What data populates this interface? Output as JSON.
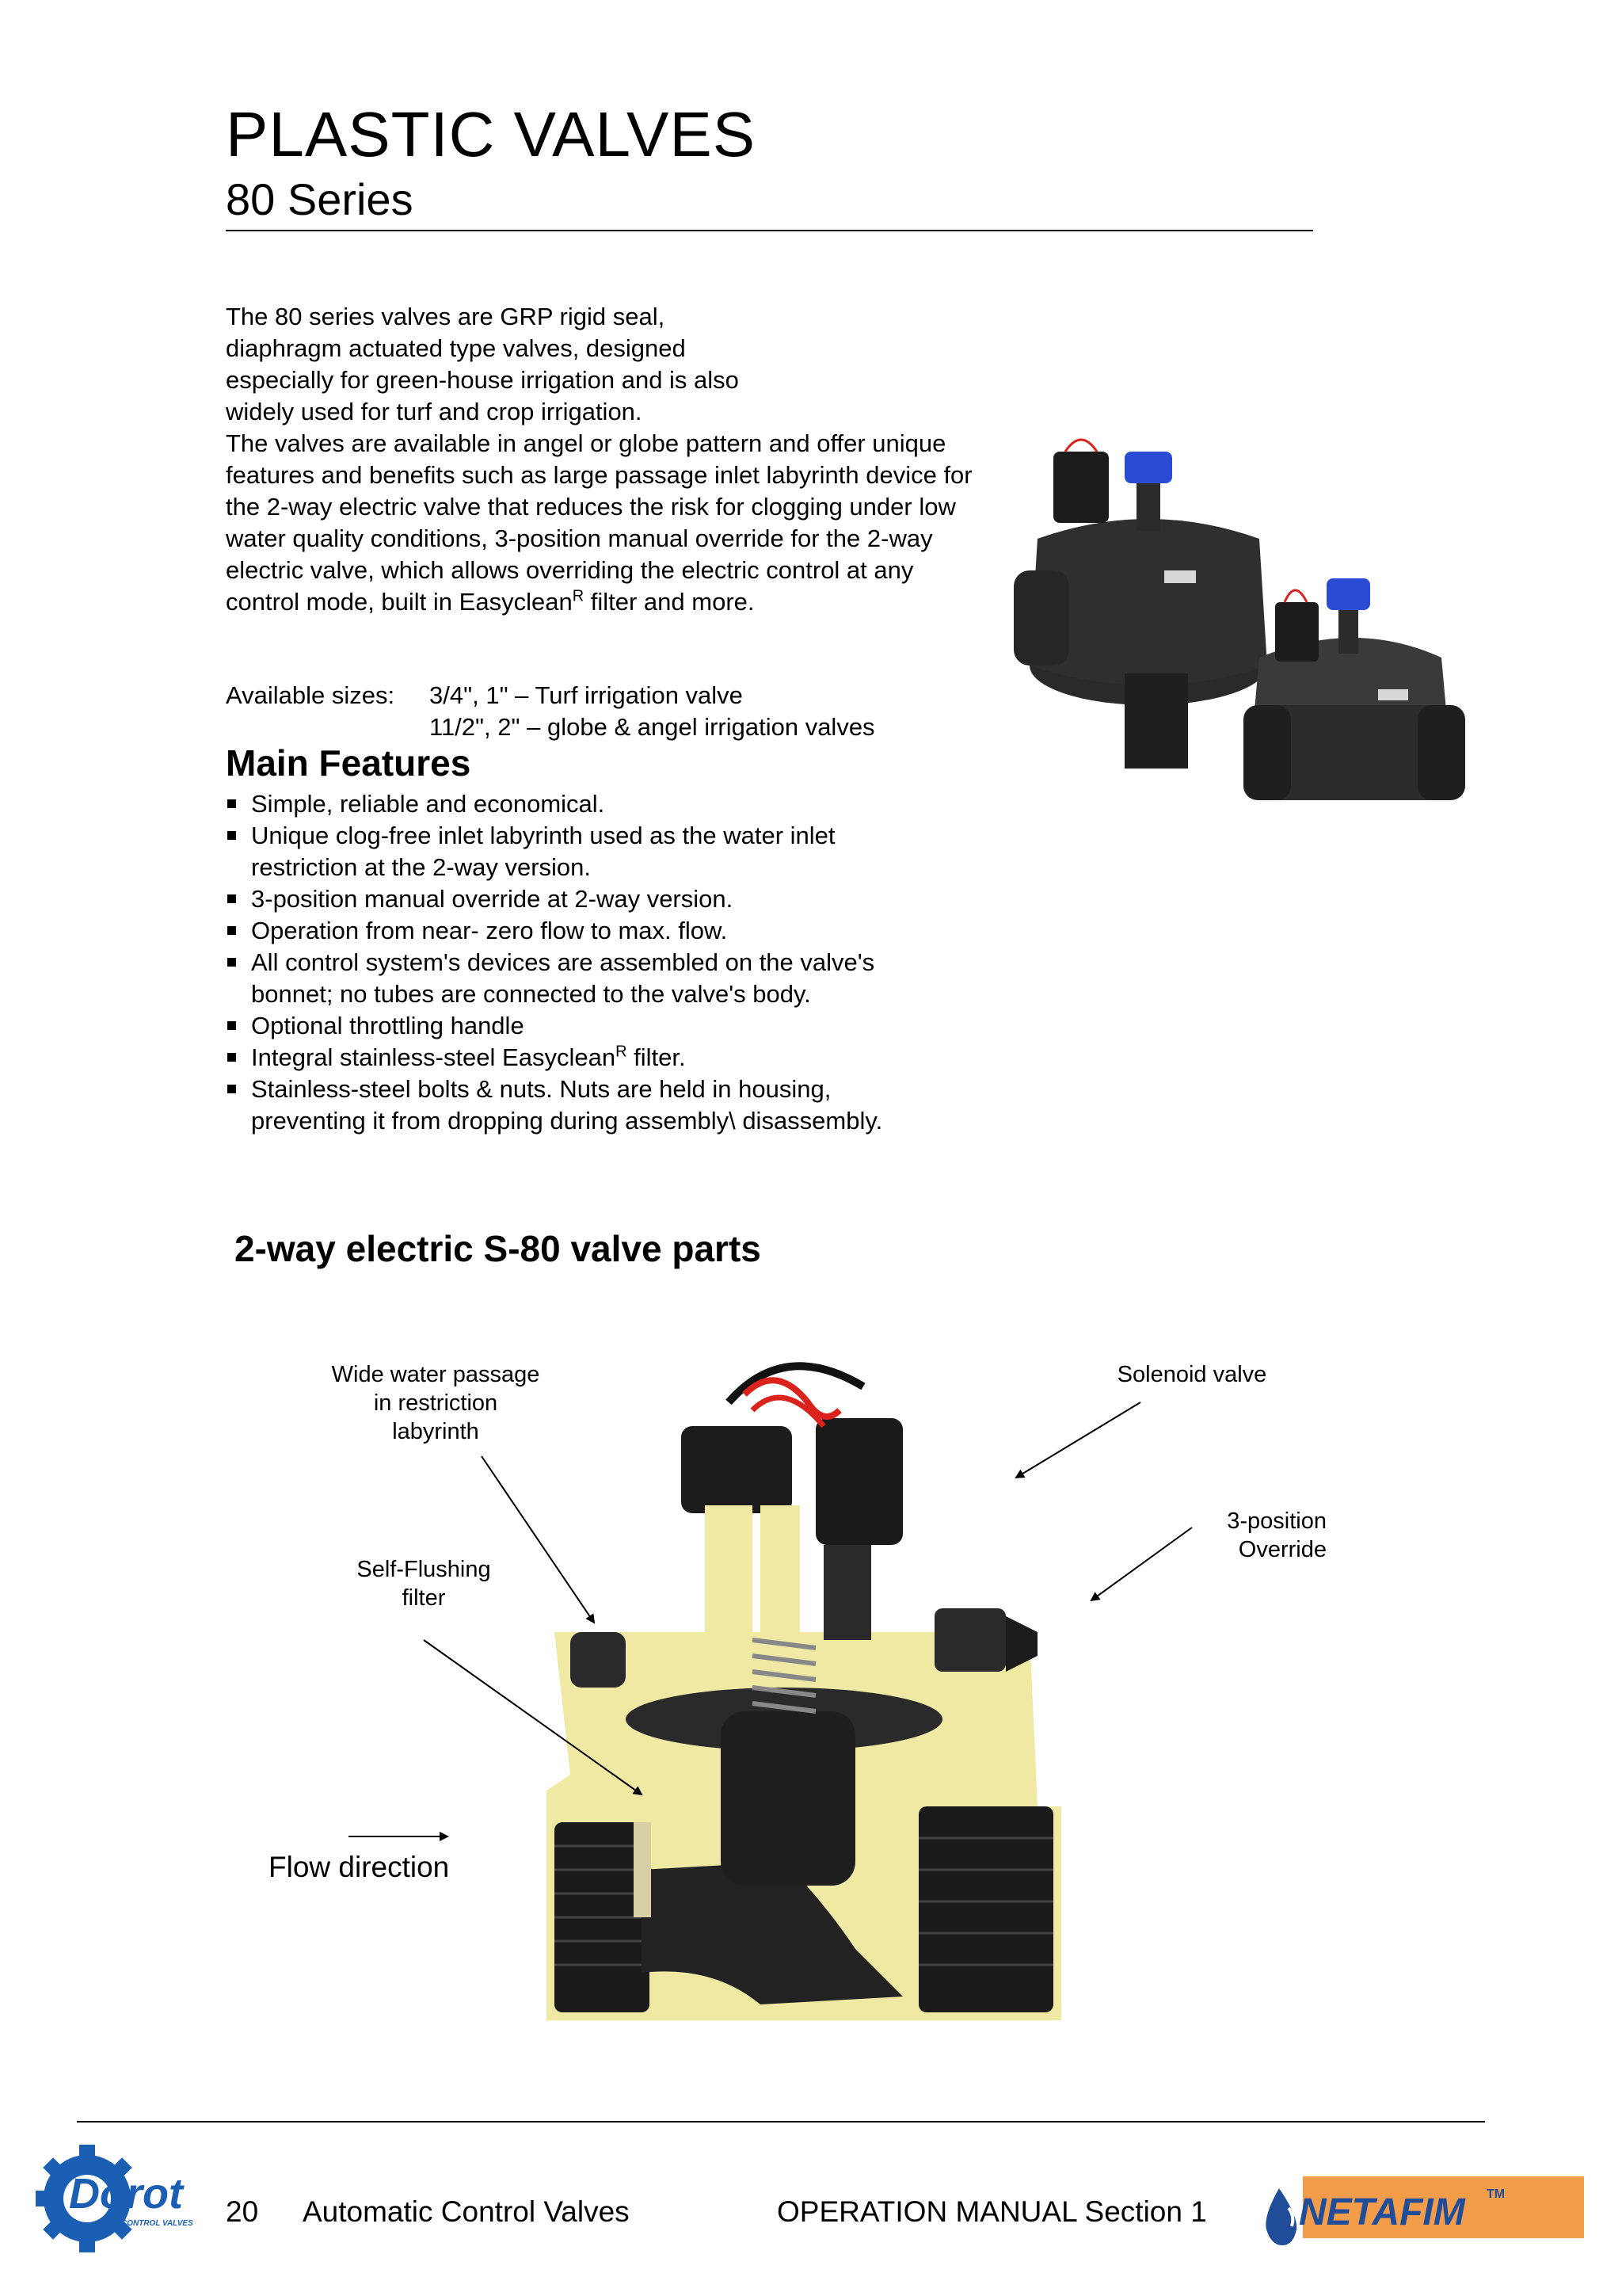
{
  "header": {
    "title": "PLASTIC VALVES",
    "subtitle": "80 Series"
  },
  "intro": {
    "p1": "The 80 series valves are GRP rigid seal, diaphragm actuated type valves, designed especially for green-house irrigation and is also widely used for turf and crop irrigation.",
    "p2_before_sup": "The valves are available in angel or globe pattern and offer unique features and benefits such as large passage inlet labyrinth device for the 2-way electric valve that reduces the risk for clogging under low water quality conditions, 3-position manual override for the 2-way electric valve, which allows overriding the electric control at any control mode, built in Easyclean",
    "p2_sup": "R",
    "p2_after_sup": " filter and more."
  },
  "sizes": {
    "label": "Available sizes:",
    "line1": "3/4\", 1\" – Turf irrigation valve",
    "line2": "11/2\", 2\" – globe & angel irrigation valves"
  },
  "features": {
    "heading": "Main Features",
    "items": [
      "Simple, reliable and economical.",
      "Unique clog-free inlet labyrinth used as the water inlet restriction at the 2-way version.",
      "3-position manual override at 2-way version.",
      "Operation from near- zero flow to max. flow.",
      "All control system's devices are assembled on the valve's bonnet; no tubes are connected to the valve's body.",
      "Optional throttling handle"
    ],
    "item7_before_sup": "Integral stainless-steel Easyclean",
    "item7_sup": "R",
    "item7_after_sup": " filter.",
    "item8": "Stainless-steel bolts & nuts. Nuts are held in housing, preventing it from dropping during assembly\\ disassembly."
  },
  "parts": {
    "heading": "2-way electric S-80 valve parts",
    "callouts": {
      "wide_passage": [
        "Wide water passage",
        "in restriction",
        "labyrinth"
      ],
      "self_flushing": [
        "Self-Flushing",
        "filter"
      ],
      "solenoid": [
        "Solenoid valve"
      ],
      "override": [
        "3-position",
        "Override"
      ],
      "flow": "Flow direction"
    }
  },
  "footer": {
    "page_number": "20",
    "section_title": "Automatic Control Valves",
    "manual": "OPERATION MANUAL Section 1",
    "left_logo_text": "Dorot",
    "left_logo_subtext": "CONTROL VALVES",
    "right_logo_text": "NETAFIM",
    "right_logo_tm": "TM"
  },
  "colors": {
    "netafim_orange": "#f39c4a",
    "netafim_blue": "#1f4d9a",
    "dorot_blue": "#1a5fb4",
    "cutaway_yellow": "#efe9a3",
    "solenoid_wire": "#d9231c"
  }
}
